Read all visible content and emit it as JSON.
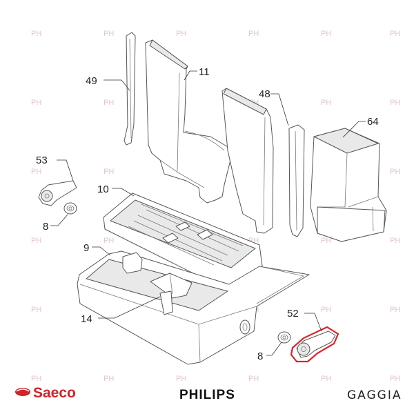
{
  "diagram": {
    "callouts": [
      {
        "id": "c49",
        "text": "49"
      },
      {
        "id": "c11",
        "text": "11"
      },
      {
        "id": "c48",
        "text": "48"
      },
      {
        "id": "c64",
        "text": "64"
      },
      {
        "id": "c53",
        "text": "53"
      },
      {
        "id": "c10",
        "text": "10"
      },
      {
        "id": "c8a",
        "text": "8"
      },
      {
        "id": "c9",
        "text": "9"
      },
      {
        "id": "c14",
        "text": "14"
      },
      {
        "id": "c52",
        "text": "52"
      },
      {
        "id": "c8b",
        "text": "8"
      }
    ],
    "highlight": {
      "part": "52",
      "color": "#e0202a"
    }
  },
  "watermark": {
    "text": "PH"
  },
  "brands": {
    "saeco": "Saeco",
    "philips": "PHILIPS",
    "gaggia": "GAGGIA",
    "saeco_color": "#d2232a"
  }
}
